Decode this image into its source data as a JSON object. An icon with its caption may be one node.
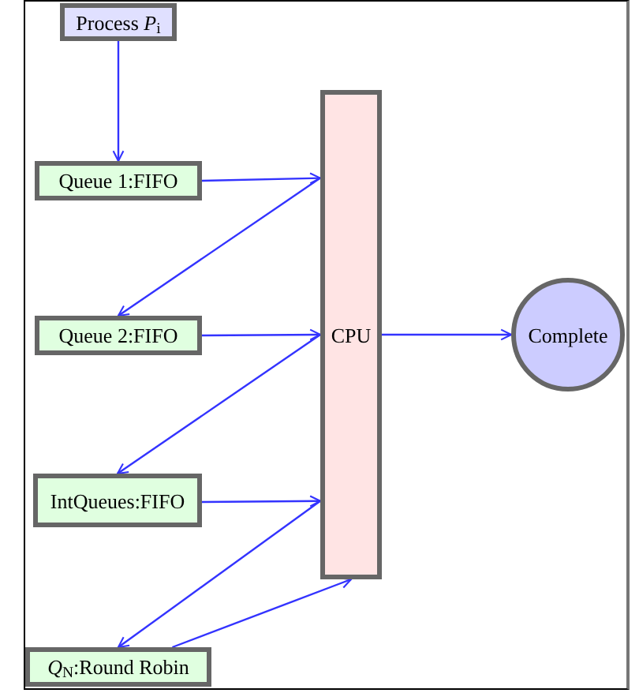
{
  "diagram": {
    "nodes": [
      {
        "text": [
          "Process *P*$_{i}$"
        ]
      },
      {
        "text": [
          "Queue 1:FIFO"
        ]
      },
      {
        "text": [
          "Queue 2:FIFO"
        ]
      },
      {
        "text": [
          "IntQueues:FIFO"
        ]
      },
      {
        "text": [
          "*Q*$_{N}$:Round Robin"
        ]
      },
      {
        "text": [
          "CPU"
        ]
      },
      {
        "text": [
          "Complete"
        ]
      }
    ],
    "edges": [
      {
        "from": 0,
        "to": 1,
        "arrow": "to"
      },
      {
        "from": 1,
        "to": 5,
        "arrow": "to"
      },
      {
        "from": 5,
        "to": 2,
        "arrow": "to"
      },
      {
        "from": 2,
        "to": 5,
        "arrow": "to"
      },
      {
        "from": 5,
        "to": 3,
        "arrow": "to"
      },
      {
        "from": 3,
        "to": 5,
        "arrow": "to"
      },
      {
        "from": 5,
        "to": 4,
        "arrow": "to"
      },
      {
        "from": 4,
        "to": 5,
        "arrow": "to"
      },
      {
        "from": 5,
        "to": 6,
        "arrow": "to"
      }
    ]
  }
}
